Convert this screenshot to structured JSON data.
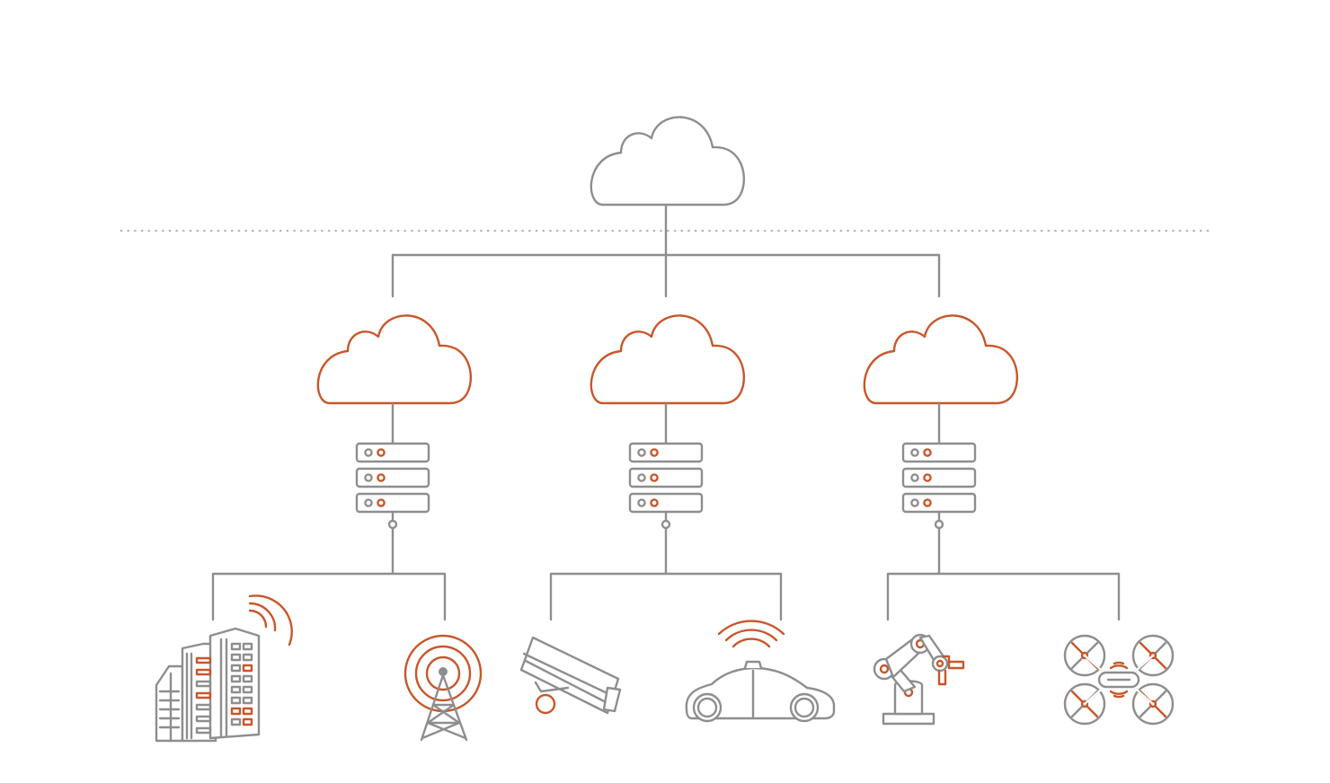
{
  "colors": {
    "line_gray": "#8e8e8e",
    "accent_orange": "#c9562a",
    "divider_dots": "#b8b8b8",
    "background": "#ffffff"
  },
  "diagram": {
    "type": "cloud-edge-device hierarchy",
    "top_node": {
      "icon": "cloud-icon",
      "color": "gray"
    },
    "divider": {
      "style": "dotted"
    },
    "edge_clusters": [
      {
        "cloud": {
          "icon": "cloud-icon",
          "color": "orange"
        },
        "server": {
          "icon": "server-rack-icon",
          "units": 3
        },
        "devices": [
          {
            "icon": "office-buildings-icon"
          },
          {
            "icon": "radio-tower-icon"
          }
        ]
      },
      {
        "cloud": {
          "icon": "cloud-icon",
          "color": "orange"
        },
        "server": {
          "icon": "server-rack-icon",
          "units": 3
        },
        "devices": [
          {
            "icon": "security-camera-icon"
          },
          {
            "icon": "connected-car-icon"
          }
        ]
      },
      {
        "cloud": {
          "icon": "cloud-icon",
          "color": "orange"
        },
        "server": {
          "icon": "server-rack-icon",
          "units": 3
        },
        "devices": [
          {
            "icon": "robotic-arm-icon"
          },
          {
            "icon": "drone-icon"
          }
        ]
      }
    ]
  }
}
